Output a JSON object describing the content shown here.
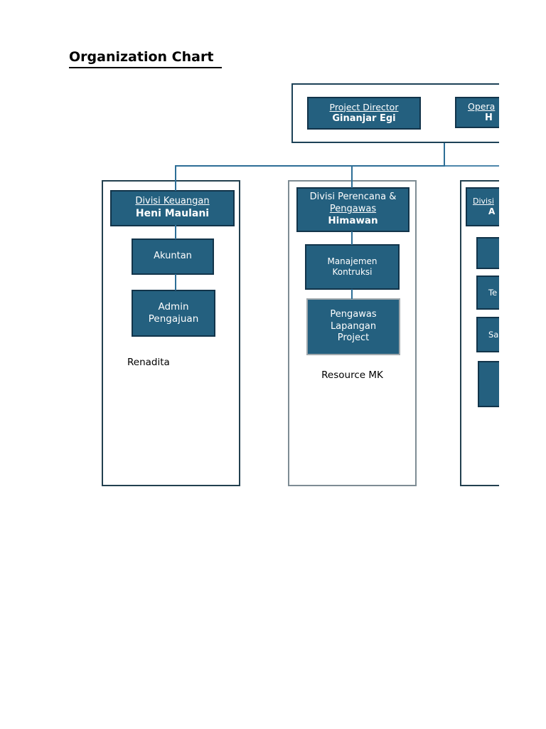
{
  "title": "Organization Chart",
  "top_section": {
    "director": {
      "role": "Project Director",
      "name": "Ginanjar Egi"
    },
    "clipped_node": {
      "role_fragment": "Opera",
      "name_fragment": "H"
    }
  },
  "columns": {
    "keuangan": {
      "division": "Divisi Keuangan",
      "head": "Heni Maulani",
      "staff1": "Akuntan",
      "staff2": "Admin Pengajuan",
      "note": "Renadita"
    },
    "perencana": {
      "division_line1": "Divisi Perencana &",
      "division_line2": "Pengawas",
      "head": "Himawan",
      "staff1": "Manajemen Kontruksi",
      "staff2": "Pengawas Lapangan Project",
      "note": "Resource MK"
    },
    "clipped": {
      "division_fragment": "Divisi",
      "head_fragment": "A",
      "staff2_fragment": "Te",
      "staff3_fragment": "Sa"
    }
  },
  "colors": {
    "node_fill": "#24607f",
    "node_border": "#12344a",
    "frame_border": "#1d4257",
    "column_border_dark": "#22404f",
    "column_border_gray": "#7e8c94",
    "inner_box_gray_border": "#a0a8ad",
    "connector": "#2d6e96",
    "connector_light": "#4e87ac",
    "node_text": "#ffffff",
    "page_text": "#000000",
    "background": "#ffffff"
  }
}
